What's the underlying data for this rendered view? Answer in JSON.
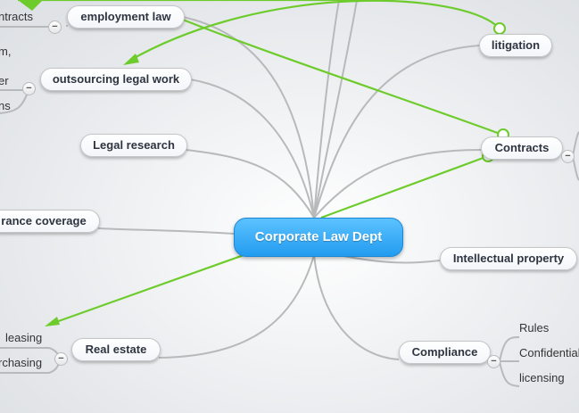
{
  "root": {
    "label": "Corporate Law Dept"
  },
  "nodes": {
    "employment_law": "employment law",
    "outsourcing": "outsourcing legal work",
    "legal_research": "Legal research",
    "insurance": "rance coverage",
    "real_estate": "Real estate",
    "litigation": "litigation",
    "contracts": "Contracts",
    "ip": "Intellectual property",
    "compliance": "Compliance"
  },
  "leaves": {
    "employment_contracts": "ntracts",
    "outsourcing_1": "m,",
    "outsourcing_2": "er",
    "outsourcing_3": "ns",
    "leasing": "leasing",
    "purchasing": "rchasing",
    "rules": "Rules",
    "confidential": "Confidential",
    "licensing": "licensing"
  },
  "collapse_symbol": "−",
  "colors": {
    "root": "#2aa4f4",
    "link": "#6dcc2c",
    "branch": "#b8b9bb"
  }
}
